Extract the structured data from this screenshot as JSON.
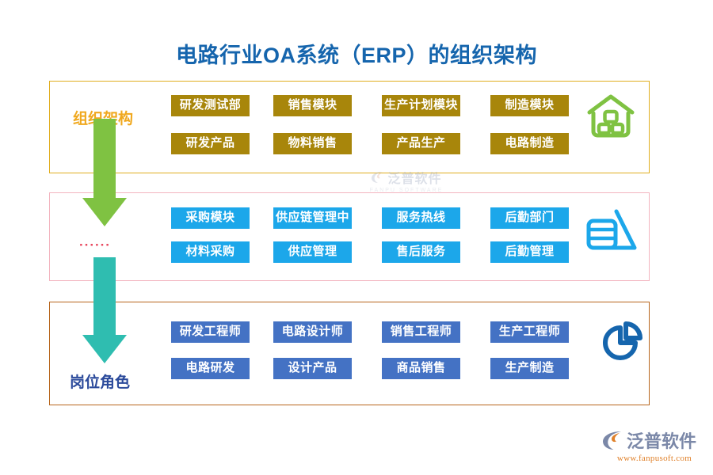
{
  "page": {
    "title": "电路行业OA系统（ERP）的组织架构",
    "background": "#ffffff",
    "title_color": "#1565ad"
  },
  "watermark": {
    "center": {
      "cn": "泛普软件",
      "en": "FANPU SOFTWARE"
    },
    "brand": {
      "cn": "泛普软件",
      "url": "www.fanpusoft.com"
    }
  },
  "arrows": [
    {
      "name": "arrow-green",
      "color": "#7fc242",
      "from_row": 1,
      "to_row": 2
    },
    {
      "name": "arrow-teal",
      "color": "#2fbdb0",
      "from_row": 2,
      "to_row": 3
    }
  ],
  "rows": [
    {
      "id": "organization-structure",
      "label": "组织架构",
      "label_color": "#f0a81e",
      "frame_color": "#e0ae1f",
      "box_color": "#a8860b",
      "icon": "house-icon",
      "icon_color": "#7fc242",
      "columns": [
        {
          "module": "研发测试部",
          "item": "研发产品"
        },
        {
          "module": "销售模块",
          "item": "物料销售"
        },
        {
          "module": "生产计划模块",
          "item": "产品生产"
        },
        {
          "module": "制造模块",
          "item": "电路制造"
        }
      ]
    },
    {
      "id": "middle-tier",
      "label": "······",
      "label_color": "#e8485f",
      "frame_color": "#f3b4bf",
      "box_color": "#1ca7ea",
      "icon": "pyramid-chart-icon",
      "icon_color": "#1ca7ea",
      "columns": [
        {
          "module": "采购模块",
          "item": "材料采购"
        },
        {
          "module": "供应链管理中心",
          "item": "供应管理"
        },
        {
          "module": "服务热线",
          "item": "售后服务"
        },
        {
          "module": "后勤部门",
          "item": "后勤管理"
        }
      ]
    },
    {
      "id": "job-roles",
      "label": "岗位角色",
      "label_color": "#2b4a9b",
      "frame_color": "#b7651c",
      "box_color": "#4472c4",
      "icon": "pie-chart-icon",
      "icon_color": "#1565ad",
      "columns": [
        {
          "module": "研发工程师",
          "item": "电路研发"
        },
        {
          "module": "电路设计师",
          "item": "设计产品"
        },
        {
          "module": "销售工程师",
          "item": "商品销售"
        },
        {
          "module": "生产工程师",
          "item": "生产制造"
        }
      ]
    }
  ]
}
